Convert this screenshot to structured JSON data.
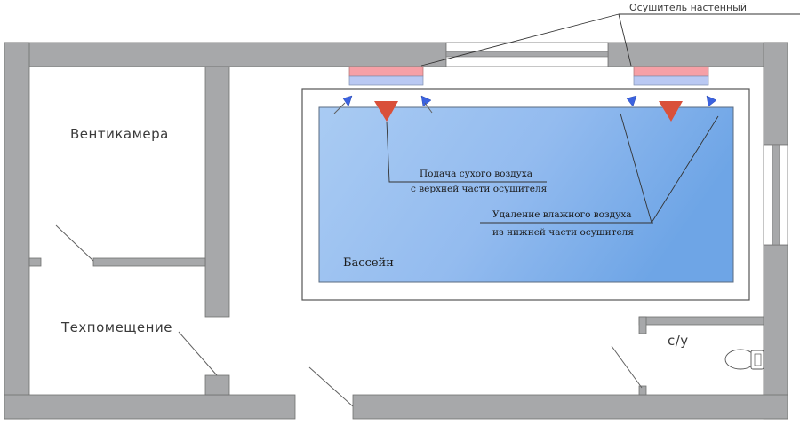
{
  "title": "План бассейна с настенными осушителями",
  "rooms": {
    "ventilation": "Вентикамера",
    "technical": "Техпомещение",
    "pool": "Бассейн",
    "wc": "с/у"
  },
  "callouts": {
    "dehumidifier": "Осушитель настенный",
    "supply_line1": "Подача сухого воздуха",
    "supply_line2": "с верхней части осушителя",
    "exhaust_line1": "Удаление влажного воздуха",
    "exhaust_line2": "из нижней части осушителя"
  },
  "colors": {
    "wall": "#a7a8aa",
    "pool_light": "#a6c8f2",
    "pool_dark": "#6fa6e6",
    "dehumidifier_top": "#f6a0a6",
    "dehumidifier_bottom": "#b9c8f2",
    "supply_arrow": "#d9503a",
    "exhaust_arrow": "#3b62e0"
  },
  "legend": {
    "supply": "Подача сухого воздуха",
    "exhaust": "Удаление влажного воздуха"
  }
}
